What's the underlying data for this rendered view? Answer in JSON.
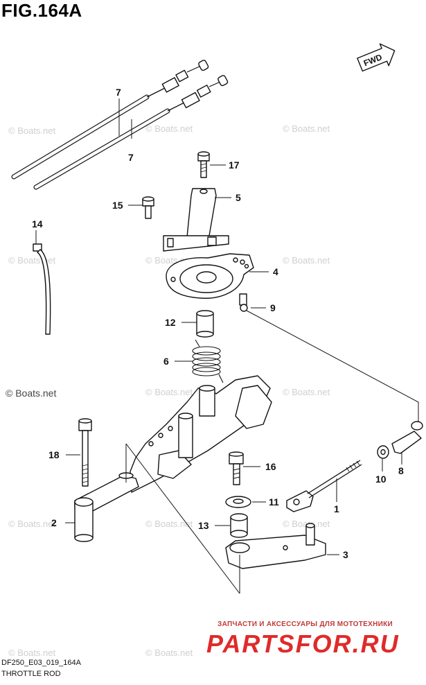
{
  "figure": {
    "title": "FIG.164A"
  },
  "direction_badge": {
    "label": "FWD"
  },
  "callouts": [
    {
      "id": "7a",
      "label": "7"
    },
    {
      "id": "7b",
      "label": "7"
    },
    {
      "id": "17",
      "label": "17"
    },
    {
      "id": "5",
      "label": "5"
    },
    {
      "id": "15",
      "label": "15"
    },
    {
      "id": "14",
      "label": "14"
    },
    {
      "id": "4",
      "label": "4"
    },
    {
      "id": "9",
      "label": "9"
    },
    {
      "id": "12",
      "label": "12"
    },
    {
      "id": "6",
      "label": "6"
    },
    {
      "id": "18",
      "label": "18"
    },
    {
      "id": "16",
      "label": "16"
    },
    {
      "id": "10",
      "label": "10"
    },
    {
      "id": "8",
      "label": "8"
    },
    {
      "id": "11",
      "label": "11"
    },
    {
      "id": "1",
      "label": "1"
    },
    {
      "id": "2",
      "label": "2"
    },
    {
      "id": "13",
      "label": "13"
    },
    {
      "id": "3",
      "label": "3"
    }
  ],
  "watermarks": {
    "faint": "© Boats.net",
    "strong": "© Boats.net"
  },
  "footer": {
    "code": "DF250_E03_019_164A",
    "name": "THROTTLE ROD"
  },
  "advert": {
    "tagline": "ЗАПЧАСТИ И АКСЕССУАРЫ ДЛЯ МОТОТЕХНИКИ",
    "brand": "PARTSFOR.RU"
  }
}
